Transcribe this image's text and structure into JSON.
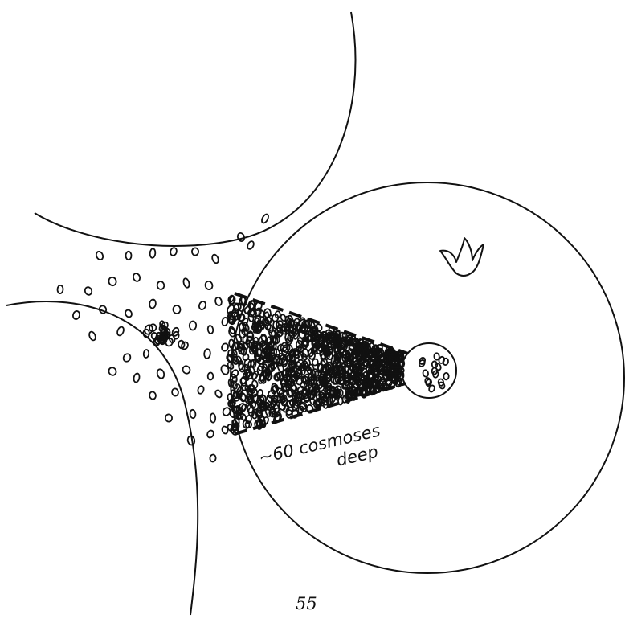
{
  "annotation": {
    "line1": "~60 cosmoses",
    "line2": "deep"
  },
  "page_number": "55",
  "colors": {
    "ink": "#111111",
    "paper": "#ffffff"
  },
  "icons": [
    "tulip-flower-icon"
  ]
}
